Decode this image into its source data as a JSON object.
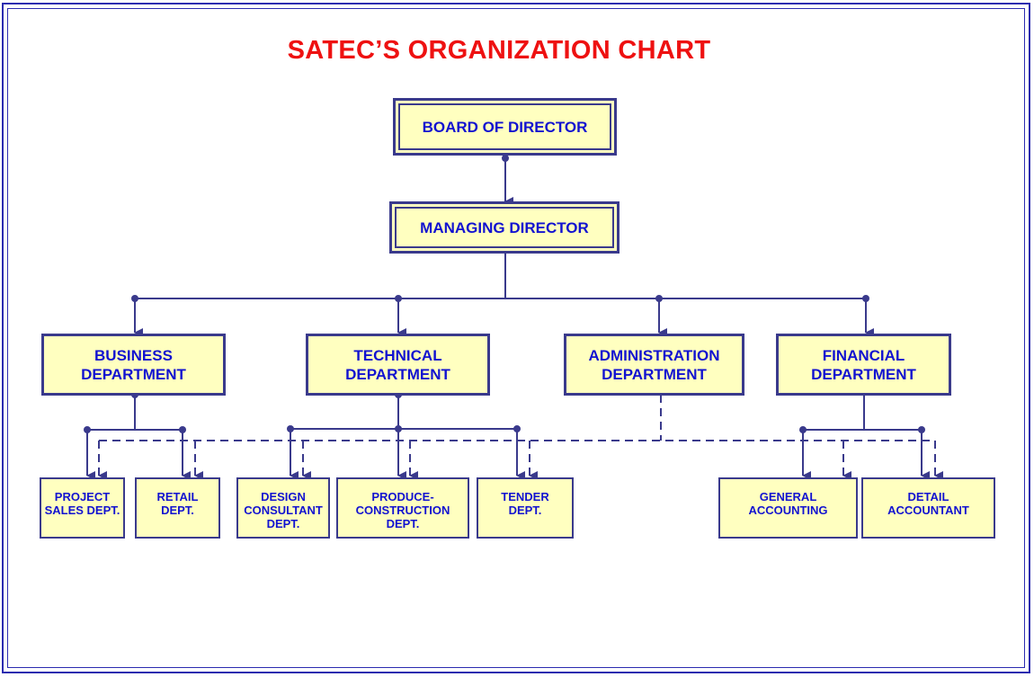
{
  "title": "SATEC’S ORGANIZATION CHART",
  "colors": {
    "title": "#ee1111",
    "box_fill": "#ffffc0",
    "box_border": "#3a3a8c",
    "box_text": "#1212d0",
    "line": "#3a3a8c"
  },
  "nodes": {
    "board": "BOARD OF DIRECTOR",
    "managing": "MANAGING DIRECTOR",
    "business": "BUSINESS\nDEPARTMENT",
    "technical": "TECHNICAL\nDEPARTMENT",
    "administration": "ADMINISTRATION\nDEPARTMENT",
    "financial": "FINANCIAL\nDEPARTMENT",
    "project_sales": "PROJECT\nSALES DEPT.",
    "retail": "RETAIL\nDEPT.",
    "design_consultant": "DESIGN\nCONSULTANT\nDEPT.",
    "produce_construction": "PRODUCE-\nCONSTRUCTION\nDEPT.",
    "tender": "TENDER\nDEPT.",
    "general_accounting": "GENERAL\nACCOUNTING",
    "detail_accountant": "DETAIL\nACCOUNTANT"
  }
}
